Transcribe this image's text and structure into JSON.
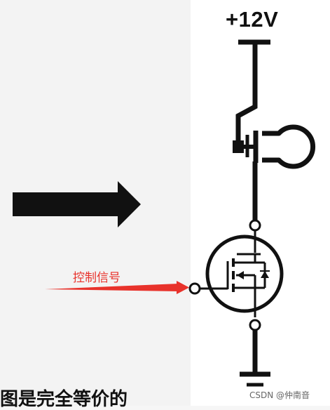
{
  "diagram": {
    "supply_label": "+12V",
    "control_signal_label": "控制信号",
    "components": [
      "arrow-icon",
      "relay-switch-icon",
      "lamp-icon",
      "mosfet-icon",
      "ground-icon"
    ]
  },
  "caption": {
    "text": "图是完全等价的"
  },
  "watermark": {
    "text": "CSDN @仲南音"
  },
  "colors": {
    "ink": "#111111",
    "signal_red": "#e8322b",
    "panel_left": "#f3f3f3",
    "panel_right": "#ffffff",
    "watermark": "#666666"
  }
}
